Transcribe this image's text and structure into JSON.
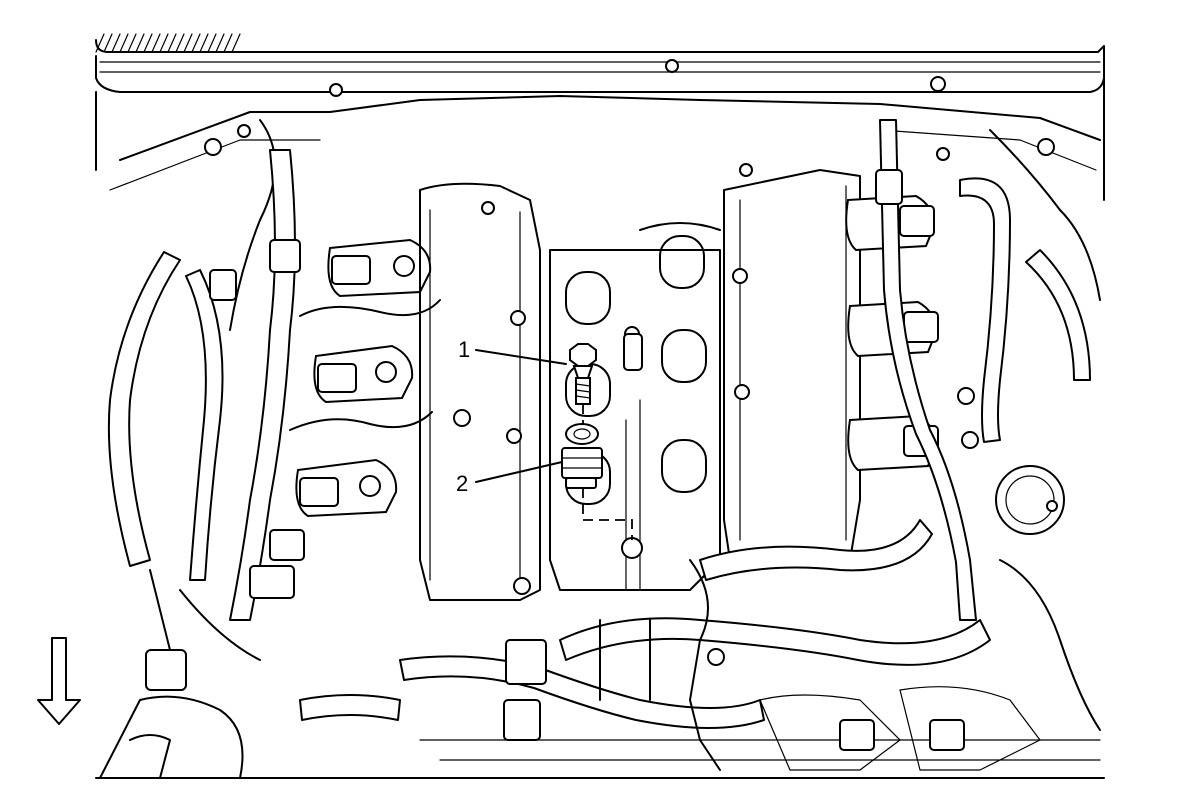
{
  "callouts": [
    {
      "number": "1",
      "part": "bolt"
    },
    {
      "number": "2",
      "part": "sensor"
    }
  ],
  "view_arrow": {
    "direction": "forward",
    "icon": "down-arrow-icon"
  },
  "colors": {
    "line": "#000000",
    "background": "#ffffff"
  }
}
